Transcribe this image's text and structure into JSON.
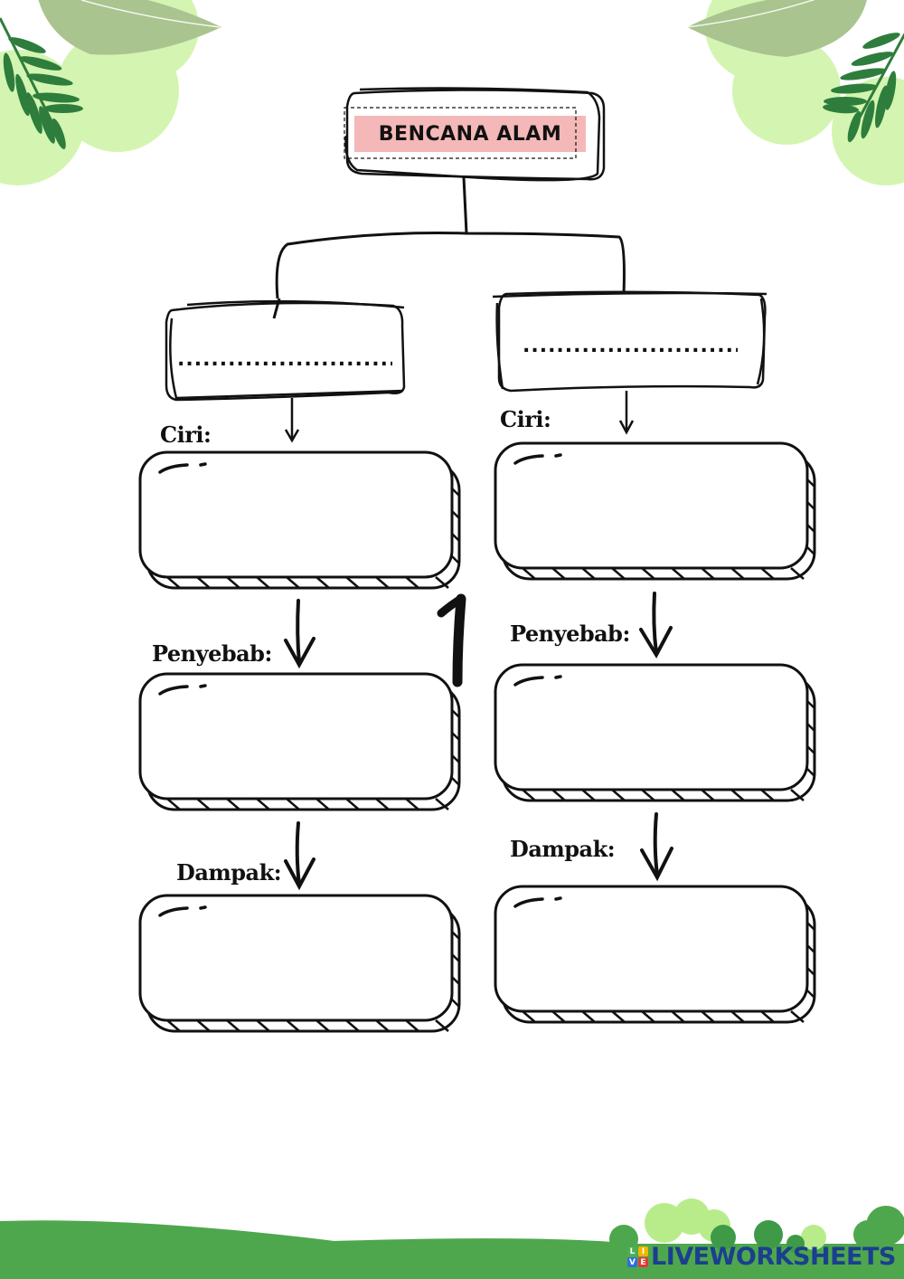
{
  "worksheet": {
    "title": "BENCANA ALAM",
    "colors": {
      "title_highlight": "#f4b8b8",
      "leaf_light": "#d3f5b1",
      "leaf_sage": "#a9c48f",
      "fern_dark": "#2e7d3c",
      "grass": "#4ea74d",
      "tree_light": "#b8ec8a",
      "tree_dark": "#3f9a48",
      "logo_blue": "#1b3f8f",
      "ink": "#111111"
    },
    "columns": [
      {
        "name_placeholder": "...............................",
        "labels": {
          "ciri": "Ciri:",
          "penyebab": "Penyebab:",
          "dampak": "Dampak:"
        }
      },
      {
        "name_placeholder": "...............................",
        "labels": {
          "ciri": "Ciri:",
          "penyebab": "Penyebab:",
          "dampak": "Dampak:"
        }
      }
    ],
    "handwritten_mark": "1"
  },
  "footer": {
    "brand": "LIVEWORKSHEETS",
    "logo_letters": [
      "L",
      "I",
      "V",
      "E"
    ]
  }
}
